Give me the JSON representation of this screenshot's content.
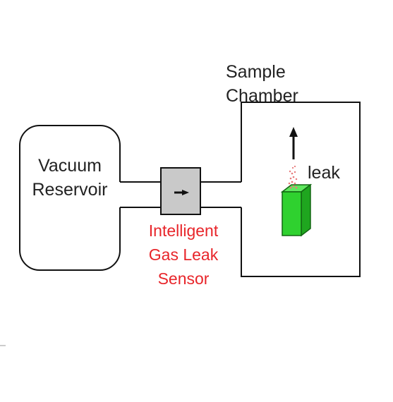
{
  "diagram": {
    "labels": {
      "sample_chamber": [
        "Sample",
        "Chamber"
      ],
      "vacuum_reservoir": [
        "Vacuum",
        "Reservoir"
      ],
      "leak": "leak",
      "sensor": [
        "Intelligent",
        "Gas Leak",
        "Sensor"
      ]
    },
    "colors": {
      "line": "#111111",
      "sensor_text": "#e8252a",
      "sensor_box": "#c9c9c9",
      "leak_box": "#2fd12f",
      "leak_particles": "#e77a7a"
    },
    "icons": [
      "vacuum-reservoir-shape",
      "sensor-box",
      "flow-arrow-icon",
      "leak-source-box",
      "leak-arrow-icon"
    ]
  }
}
